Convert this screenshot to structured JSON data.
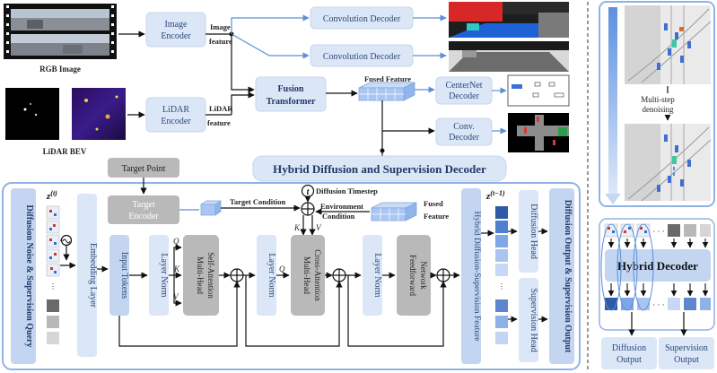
{
  "inputs": {
    "rgb_caption": "RGB Image",
    "lidar_caption": "LiDAR BEV"
  },
  "encoders": {
    "image": "Image Encoder",
    "image_feature": [
      "Image",
      "feature"
    ],
    "lidar": "LiDAR Encoder",
    "lidar_feature": [
      "LiDAR",
      "feature"
    ]
  },
  "decoders_top": {
    "conv1": "Convolution Decoder",
    "conv2": "Convolution Decoder",
    "fusion": [
      "Fusion",
      "Transformer"
    ],
    "fused_feature": "Fused Feature",
    "centernet": [
      "CenterNet",
      "Decoder"
    ],
    "conv": [
      "Conv.",
      "Decoder"
    ]
  },
  "hybrid": {
    "title": "Hybrid Diffusion and Supervision Decoder",
    "target_point": "Target Point",
    "target_encoder": [
      "Target",
      "Encoder"
    ],
    "target_condition": "Target Condition",
    "diffusion_timestep": "Diffusion Timestep",
    "timestep_symbol": "t",
    "environment_condition": [
      "Environment",
      "Condition"
    ],
    "fused_feature": [
      "Fused",
      "Feature"
    ],
    "left_label": "Diffusion Noise & Supervision Query",
    "z_t": "z",
    "z_t_sup": "(t)",
    "z_t1": "z",
    "z_t1_sup": "(t−1)",
    "embedding": "Embedding Layer",
    "input_tokens": "Input Tokens",
    "layer_norm": "Layer Norm",
    "self_attention": [
      "Multi-Head",
      "Self-Attention"
    ],
    "cross_attention": [
      "Multi-Head",
      "Cross-Attention"
    ],
    "feedforward": [
      "Feedforward",
      "Network"
    ],
    "q": "Q",
    "k": "K",
    "v": "V",
    "hybrid_feature": "Hybrid Diffusion-Supervision Feature",
    "diffusion_head": "Diffusion Head",
    "supervision_head": "Supervision Head",
    "right_label": "Diffusion Output & Supervision Output"
  },
  "side_panel": {
    "multistep": [
      "Multi-step",
      "denoising"
    ],
    "hybrid_decoder": "Hybrid Decoder",
    "dots": "· · ·",
    "diffusion_output": [
      "Diffusion",
      "Output"
    ],
    "supervision_output": [
      "Supervision",
      "Output"
    ]
  },
  "colors": {
    "light_blue_box": "#dbe6f7",
    "box_text_blue": "#2b4a7a",
    "gray_box": "#b9b9b9",
    "panel_border": "#8fb2e6",
    "vertical_bar": "#c3d5f1"
  }
}
